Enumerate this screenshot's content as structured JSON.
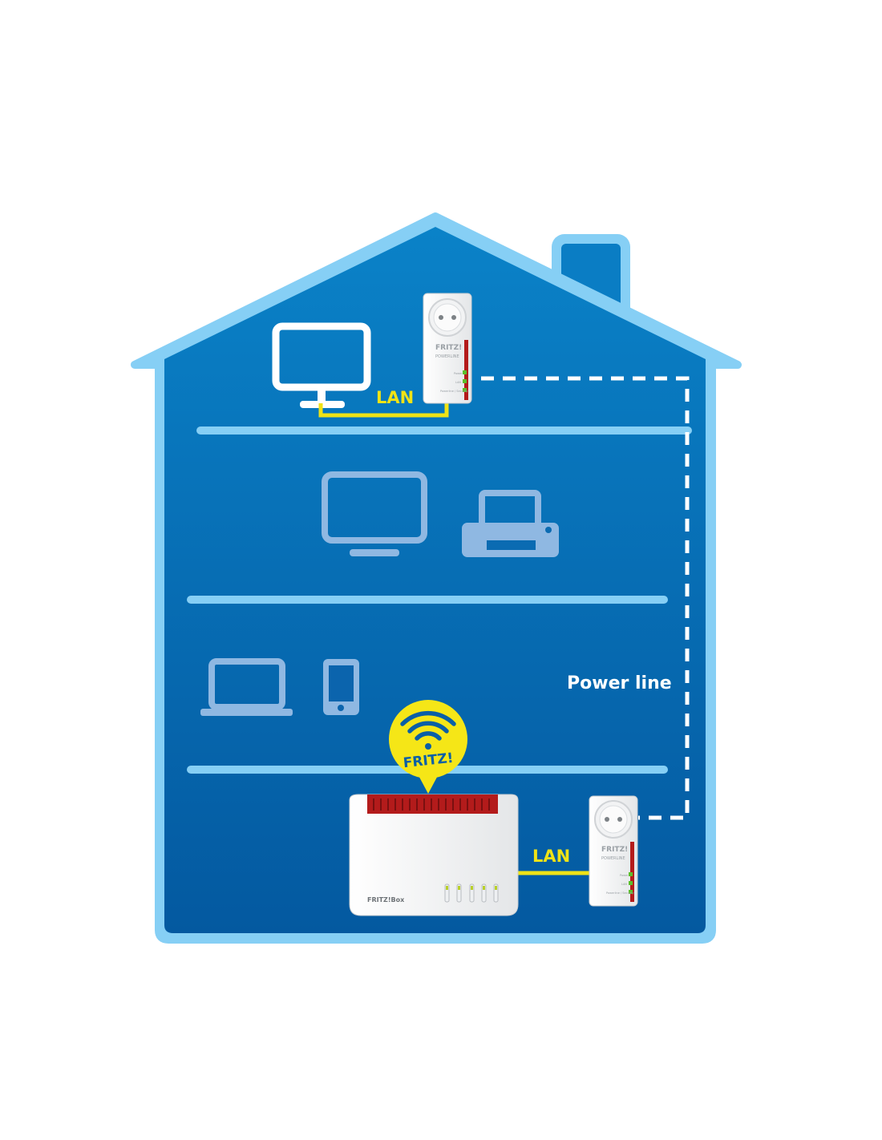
{
  "labels": {
    "lan_top": "LAN",
    "lan_bottom": "LAN",
    "power_line": "Power line",
    "wifi_bubble": "FRITZ!"
  },
  "devices": {
    "adapter_brand": "FRITZ!",
    "adapter_product": "POWERLINE",
    "adapter_led_labels": [
      "Power",
      "LAN",
      "Powerline / Security"
    ],
    "router_brand": "FRITZ!Box"
  },
  "colors": {
    "house_fill_top": "#0a82c8",
    "house_fill_bottom": "#0459a0",
    "house_outline": "#86cff5",
    "floor": "#86cff5",
    "device_icon_bright": "#ffffff",
    "device_icon_dim": "#8fb8e2",
    "lan_cable": "#f0e316",
    "lan_text": "#f0e316",
    "powerline_dash": "#ffffff",
    "bubble": "#f5e617",
    "router_red": "#b31b1b"
  }
}
